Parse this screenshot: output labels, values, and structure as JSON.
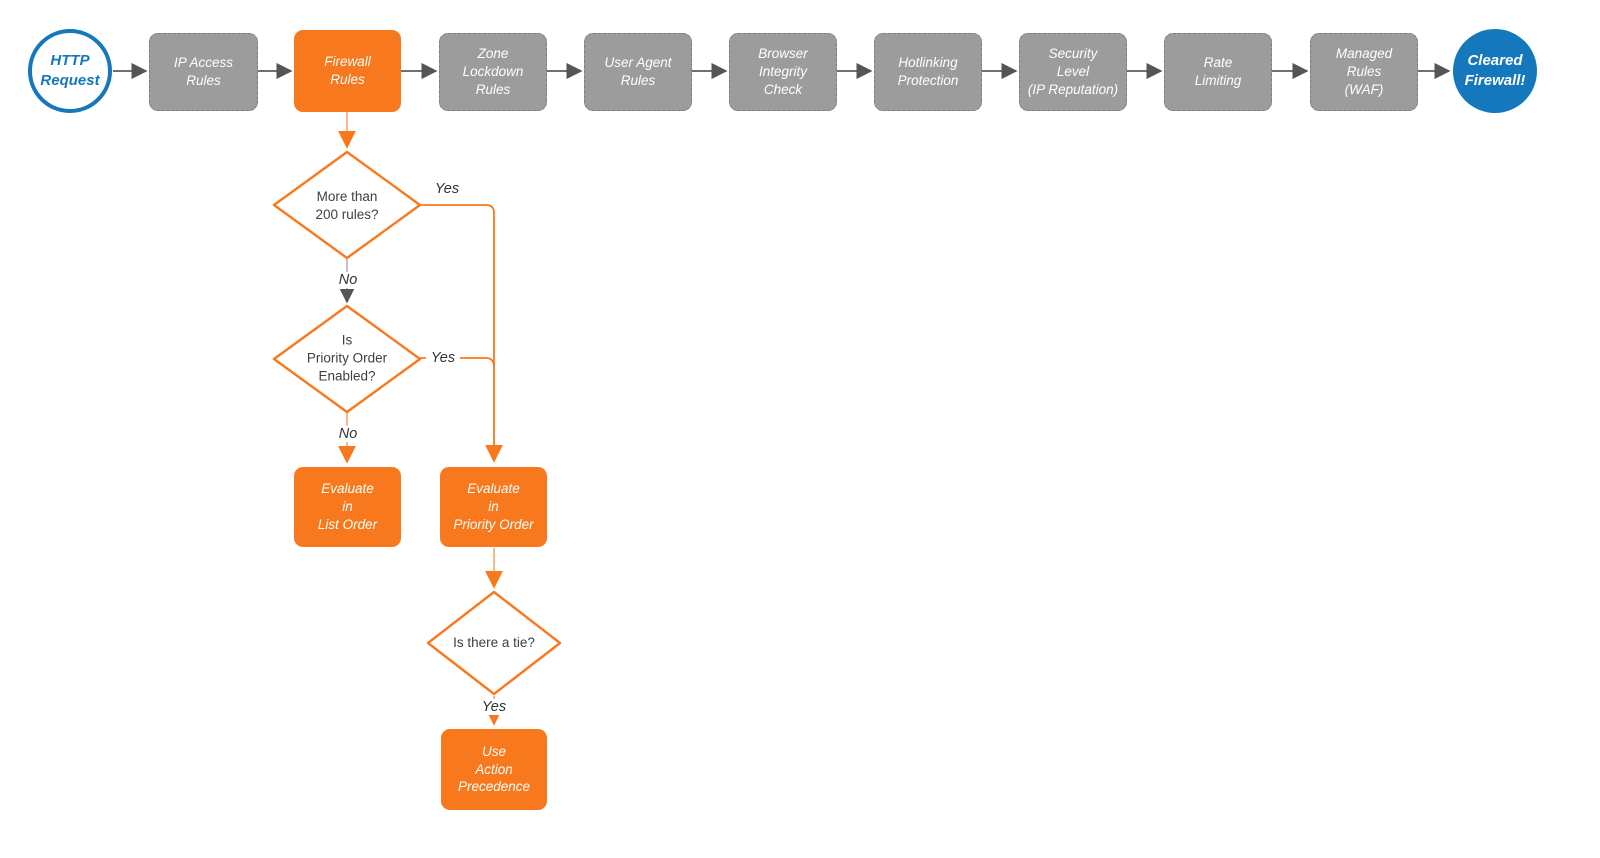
{
  "colors": {
    "accent_orange": "#F8791D",
    "light_orange_line": "#FBAD80",
    "node_gray": "#9C9C9C",
    "accent_blue": "#1577BC",
    "connector_gray": "#5B5B5B",
    "text_dark": "#3F3F3F",
    "text_white": "#FFFFFF"
  },
  "flowchart": {
    "start": {
      "label": "HTTP\nRequest"
    },
    "stages": [
      {
        "label": "IP Access\nRules"
      },
      {
        "label": "Firewall\nRules"
      },
      {
        "label": "Zone\nLockdown\nRules"
      },
      {
        "label": "User Agent\nRules"
      },
      {
        "label": "Browser\nIntegrity\nCheck"
      },
      {
        "label": "Hotlinking\nProtection"
      },
      {
        "label": "Security\nLevel\n(IP Reputation)"
      },
      {
        "label": "Rate\nLimiting"
      },
      {
        "label": "Managed\nRules\n(WAF)"
      }
    ],
    "end": {
      "label": "Cleared\nFirewall!"
    },
    "decisions": [
      {
        "label": "More than\n200 rules?"
      },
      {
        "label": "Is\nPriority Order\nEnabled?"
      },
      {
        "label": "Is there a tie?"
      }
    ],
    "actions": [
      {
        "label": "Evaluate\nin\nList Order"
      },
      {
        "label": "Evaluate\nin\nPriority Order"
      },
      {
        "label": "Use\nAction\nPrecedence"
      }
    ],
    "edge_labels": {
      "d1_yes": "Yes",
      "d1_no": "No",
      "d2_yes": "Yes",
      "d2_no": "No",
      "d3_yes": "Yes"
    }
  }
}
